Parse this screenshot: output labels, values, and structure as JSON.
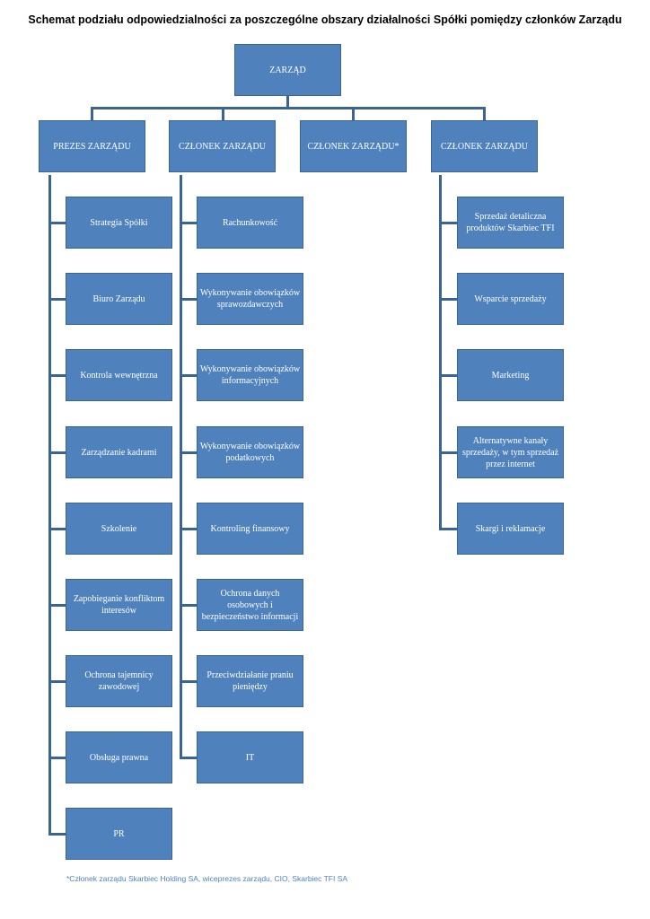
{
  "title": "Schemat podziału odpowiedzialności za poszczególne obszary działalności Spółki pomiędzy członków Zarządu",
  "root": "ZARZĄD",
  "members": [
    {
      "label": "PREZES ZARZĄDU",
      "areas": [
        "Strategia Spółki",
        "Biuro Zarządu",
        "Kontrola wewnętrzna",
        "Zarządzanie kadrami",
        "Szkolenie",
        "Zapobieganie konfliktom interesów",
        "Ochrona tajemnicy zawodowej",
        "Obsługa prawna",
        "PR"
      ]
    },
    {
      "label": "CZŁONEK ZARZĄDU",
      "areas": [
        "Rachunkowość",
        "Wykonywanie obowiązków sprawozdawczych",
        "Wykonywanie obowiązków informacyjnych",
        "Wykonywanie obowiązków podatkowych",
        "Kontroling finansowy",
        "Ochrona danych osobowych i bezpieczeństwo informacji",
        "Przeciwdziałanie praniu pieniędzy",
        "IT"
      ]
    },
    {
      "label": "CZŁONEK ZARZĄDU*",
      "areas": []
    },
    {
      "label": "CZŁONEK ZARZĄDU",
      "areas": [
        "Sprzedaż detaliczna produktów Skarbiec TFI",
        "Wsparcie sprzedaży",
        "Marketing",
        "Alternatywne kanały sprzedaży, w tym sprzedaż przez internet",
        "Skargi i reklamacje"
      ]
    }
  ],
  "footnote": "*Członek zarządu Skarbiec Holding SA, wiceprezes zarządu, CIO, Skarbiec TFI SA"
}
